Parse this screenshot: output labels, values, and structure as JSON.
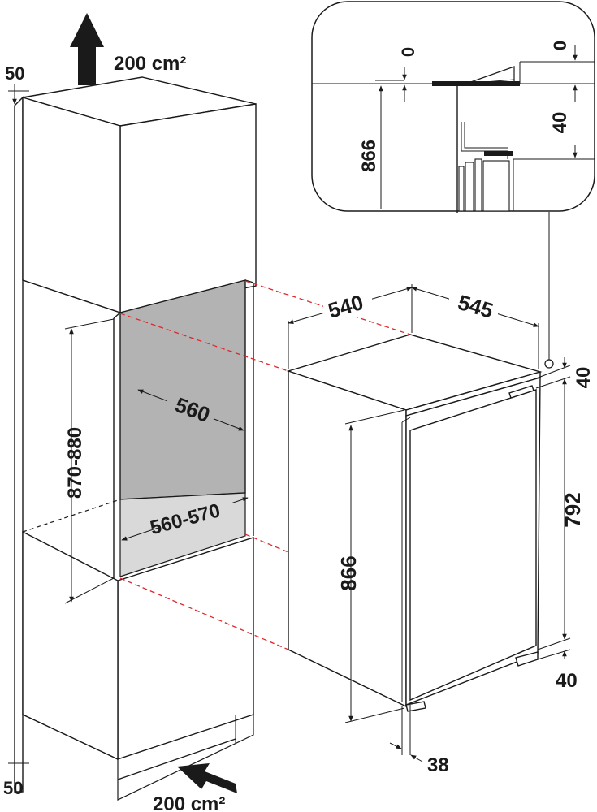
{
  "airflow": {
    "top_label": "200 cm²",
    "bottom_label": "200 cm²"
  },
  "clearances": {
    "top_gap": "50",
    "bottom_gap": "50"
  },
  "niche": {
    "height_range": "870-880",
    "width": "560",
    "depth": "560-570"
  },
  "appliance": {
    "width": "540",
    "depth": "545",
    "height": "866",
    "top_offset": "40",
    "door_height": "792",
    "bottom_offset": "40",
    "door_thickness": "38"
  },
  "detail": {
    "gap_left": "0",
    "gap_right": "0",
    "height": "866",
    "hinge_offset": "40"
  },
  "colors": {
    "line": "#1a1a1a",
    "niche_fill": "#b3b3b3",
    "niche_floor": "#d9d9d9",
    "alignment_guides": "#e0262a"
  }
}
